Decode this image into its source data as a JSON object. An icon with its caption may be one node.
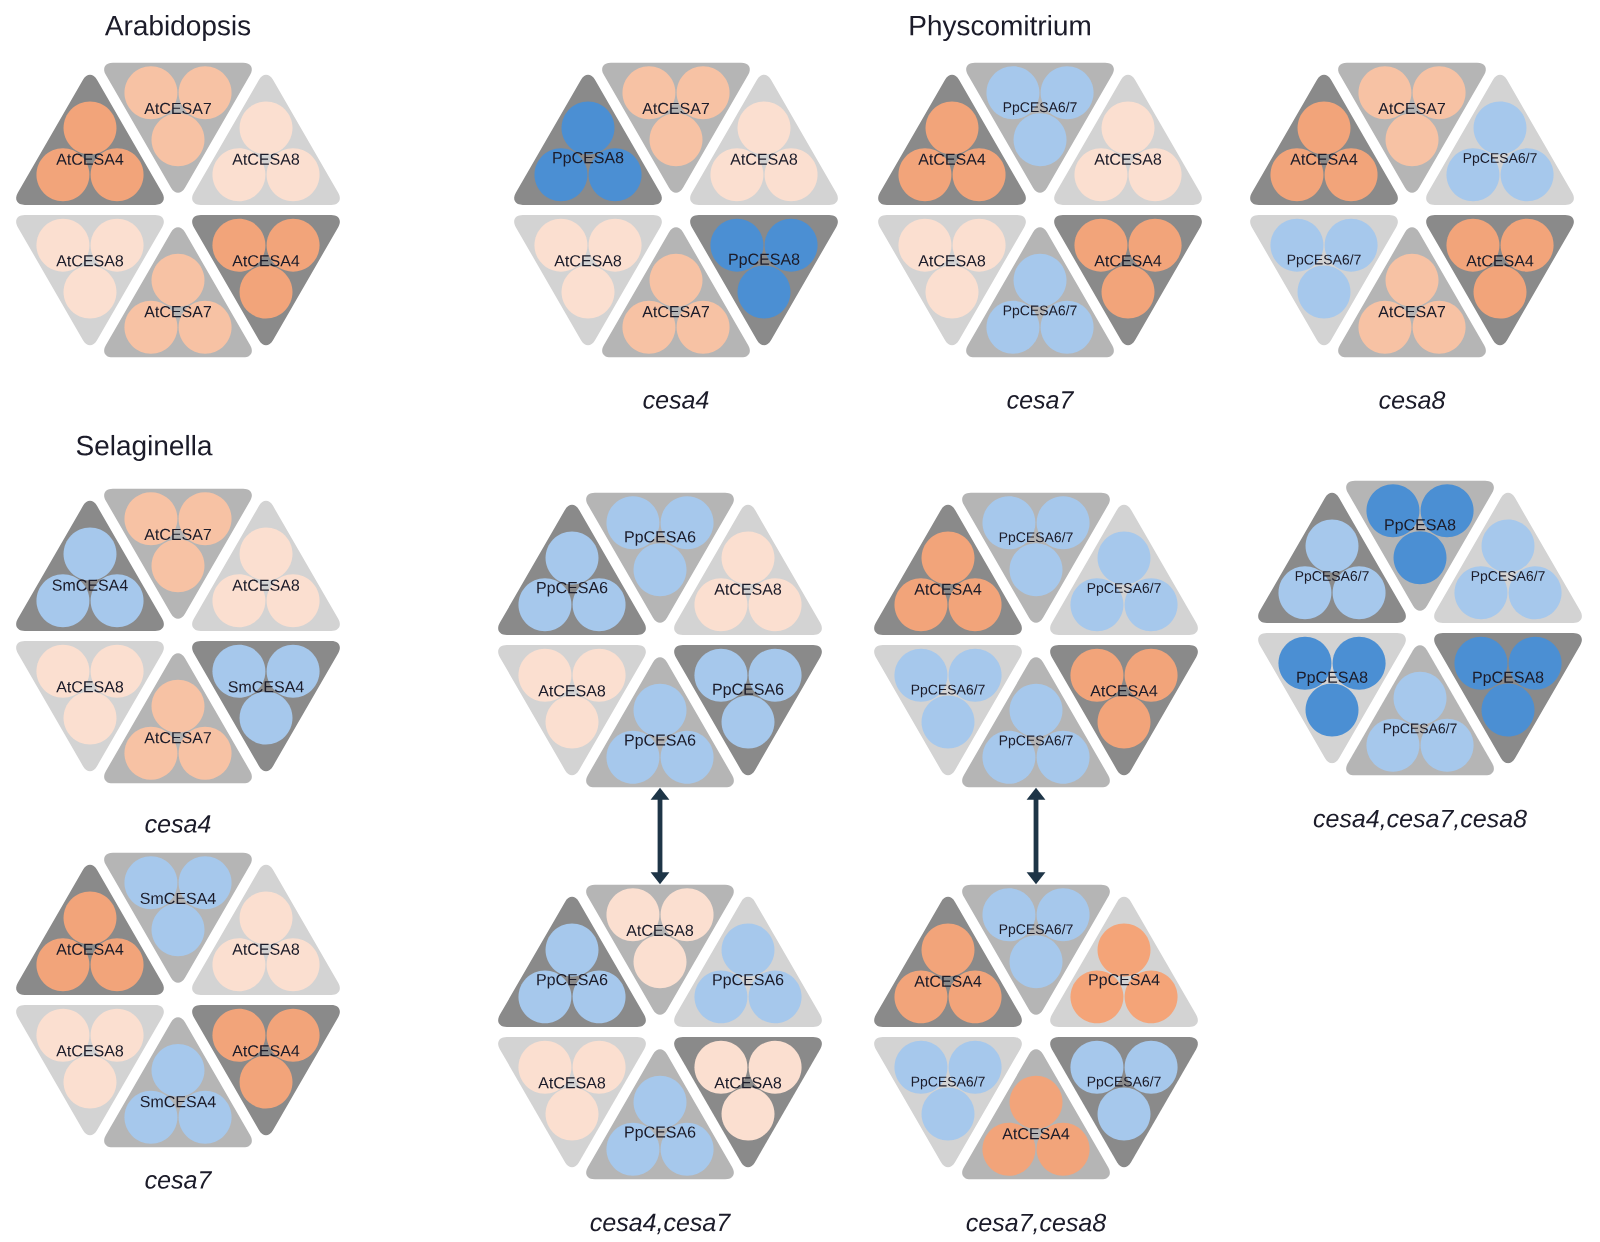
{
  "diagram": {
    "nodes": [
      {
        "text": [
          "AtCESA4"
        ]
      },
      {
        "text": [
          "AtCESA7"
        ]
      },
      {
        "text": [
          "AtCESA8"
        ]
      },
      {
        "text": [
          "AtCESA8"
        ]
      },
      {
        "text": [
          "AtCESA7"
        ]
      },
      {
        "text": [
          "AtCESA4"
        ]
      },
      {
        "text": [
          "PpCESA8"
        ]
      },
      {
        "text": [
          "AtCESA7"
        ]
      },
      {
        "text": [
          "AtCESA8"
        ]
      },
      {
        "text": [
          "AtCESA8"
        ]
      },
      {
        "text": [
          "AtCESA7"
        ]
      },
      {
        "text": [
          "PpCESA8"
        ]
      },
      {
        "text": [
          "AtCESA4"
        ]
      },
      {
        "text": [
          "PpCESA6/7"
        ]
      },
      {
        "text": [
          "AtCESA8"
        ]
      },
      {
        "text": [
          "AtCESA8"
        ]
      },
      {
        "text": [
          "PpCESA6/7"
        ]
      },
      {
        "text": [
          "AtCESA4"
        ]
      },
      {
        "text": [
          "AtCESA4"
        ]
      },
      {
        "text": [
          "AtCESA7"
        ]
      },
      {
        "text": [
          "PpCESA6/7"
        ]
      },
      {
        "text": [
          "PpCESA6/7"
        ]
      },
      {
        "text": [
          "AtCESA7"
        ]
      },
      {
        "text": [
          "AtCESA4"
        ]
      },
      {
        "text": [
          "SmCESA4"
        ]
      },
      {
        "text": [
          "AtCESA7"
        ]
      },
      {
        "text": [
          "AtCESA8"
        ]
      },
      {
        "text": [
          "AtCESA8"
        ]
      },
      {
        "text": [
          "AtCESA7"
        ]
      },
      {
        "text": [
          "SmCESA4"
        ]
      },
      {
        "text": [
          "PpCESA6"
        ]
      },
      {
        "text": [
          "PpCESA6"
        ]
      },
      {
        "text": [
          "AtCESA8"
        ]
      },
      {
        "text": [
          "AtCESA8"
        ]
      },
      {
        "text": [
          "PpCESA6"
        ]
      },
      {
        "text": [
          "PpCESA6"
        ]
      },
      {
        "text": [
          "AtCESA4"
        ]
      },
      {
        "text": [
          "PpCESA6/7"
        ]
      },
      {
        "text": [
          "PpCESA6/7"
        ]
      },
      {
        "text": [
          "PpCESA6/7"
        ]
      },
      {
        "text": [
          "PpCESA6/7"
        ]
      },
      {
        "text": [
          "AtCESA4"
        ]
      },
      {
        "text": [
          "PpCESA6/7"
        ]
      },
      {
        "text": [
          "PpCESA8"
        ]
      },
      {
        "text": [
          "PpCESA6/7"
        ]
      },
      {
        "text": [
          "PpCESA8"
        ]
      },
      {
        "text": [
          "PpCESA6/7"
        ]
      },
      {
        "text": [
          "PpCESA8"
        ]
      },
      {
        "text": [
          "AtCESA4"
        ]
      },
      {
        "text": [
          "SmCESA4"
        ]
      },
      {
        "text": [
          "AtCESA8"
        ]
      },
      {
        "text": [
          "AtCESA8"
        ]
      },
      {
        "text": [
          "SmCESA4"
        ]
      },
      {
        "text": [
          "AtCESA4"
        ]
      },
      {
        "text": [
          "PpCESA6"
        ]
      },
      {
        "text": [
          "AtCESA8"
        ]
      },
      {
        "text": [
          "PpCESA6"
        ]
      },
      {
        "text": [
          "AtCESA8"
        ]
      },
      {
        "text": [
          "PpCESA6"
        ]
      },
      {
        "text": [
          "AtCESA8"
        ]
      },
      {
        "text": [
          "AtCESA4"
        ]
      },
      {
        "text": [
          "PpCESA6/7"
        ]
      },
      {
        "text": [
          "PpCESA4"
        ]
      },
      {
        "text": [
          "PpCESA6/7"
        ]
      },
      {
        "text": [
          "AtCESA4"
        ]
      },
      {
        "text": [
          "PpCESA6/7"
        ]
      }
    ],
    "edges": [
      {
        "from": 34,
        "to": 55,
        "arrow": "both"
      },
      {
        "from": 40,
        "to": 61,
        "arrow": "both"
      }
    ],
    "labels": [
      "Arabidopsis",
      "Physcomitrium",
      "cesa4",
      "cesa7",
      "cesa8",
      "Selaginella",
      "cesa4",
      "cesa4,cesa7,cesa8",
      "cesa7",
      "cesa4,cesa7",
      "cesa7,cesa8"
    ]
  }
}
